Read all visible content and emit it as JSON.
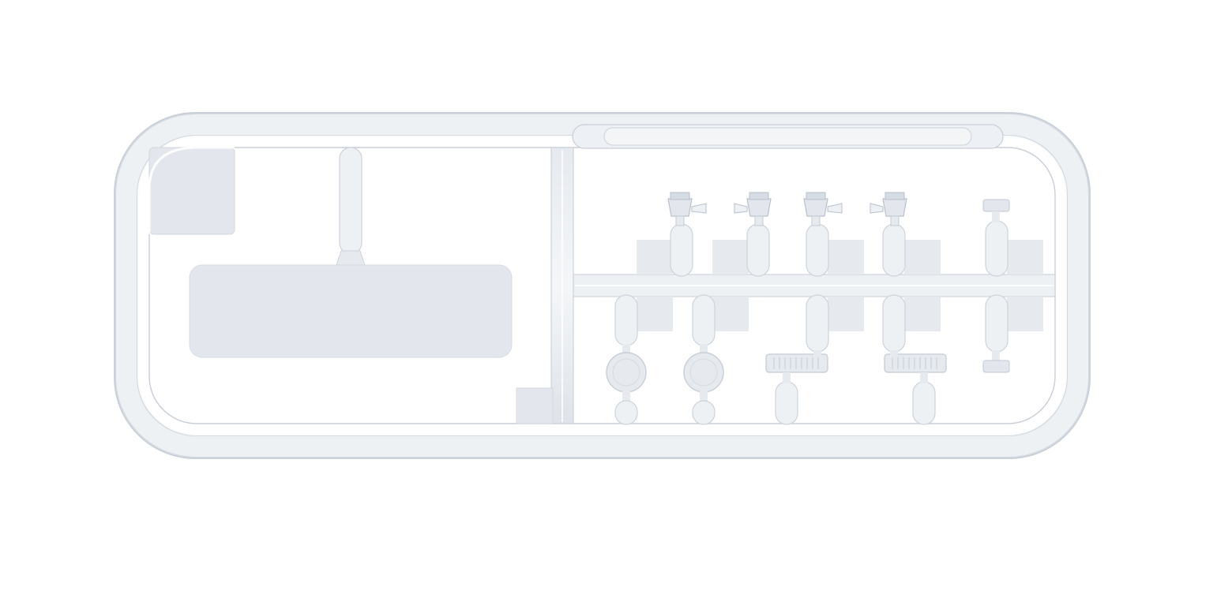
{
  "scene": {
    "subject": "clear-plastic-model-sprue",
    "colors": {
      "background": "#ffffff",
      "plastic_fill": "#eceff3",
      "plastic_edge": "#c9cfd8",
      "plastic_highlight": "#ffffff",
      "plastic_shadow": "#d6dbe3",
      "part_fill": "#e3e7ed"
    },
    "parts": {
      "windshield_panel": "large-clear-panel",
      "corner_panel": "corner-clear-panel",
      "small_block": "small-clear-block",
      "headlight_lenses": [
        "round-lens",
        "round-lens"
      ],
      "grille_lenses": [
        "grille-lens",
        "grille-lens"
      ],
      "mirror_parts": [
        "mirror-part",
        "mirror-part",
        "mirror-part",
        "mirror-part"
      ],
      "end_tab": "end-tab"
    }
  }
}
